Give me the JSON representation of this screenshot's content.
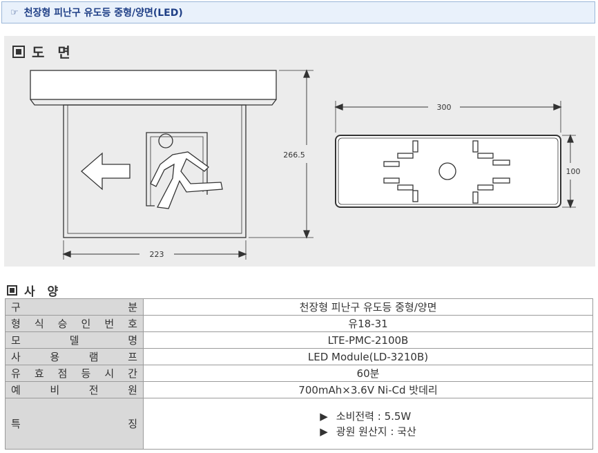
{
  "header": {
    "title": "천장형 피난구 유도등 중형/양면(LED)"
  },
  "drawing": {
    "heading": "도 면",
    "dim_height": "266.5",
    "dim_width": "223",
    "dim_plate_width": "300",
    "dim_plate_height": "100"
  },
  "spec": {
    "heading": "사 양",
    "rows": [
      {
        "label": [
          "구",
          "분"
        ],
        "value": "천장형 피난구 유도등 중형/양면"
      },
      {
        "label": [
          "형",
          "식",
          "승",
          "인",
          "번",
          "호"
        ],
        "value": "유18-31"
      },
      {
        "label": [
          "모",
          "델",
          "명"
        ],
        "value": "LTE-PMC-2100B"
      },
      {
        "label": [
          "사",
          "용",
          "램",
          "프"
        ],
        "value": "LED Module(LD-3210B)"
      },
      {
        "label": [
          "유",
          "효",
          "점",
          "등",
          "시",
          "간"
        ],
        "value": "60분"
      },
      {
        "label": [
          "예",
          "비",
          "전",
          "원"
        ],
        "value": "700mAh×3.6V Ni-Cd 밧데리"
      }
    ],
    "features_label": [
      "특",
      "징"
    ],
    "features": [
      "소비전력 : 5.5W",
      "광원 원산지 : 국산"
    ],
    "feature_bullet": "▶"
  }
}
